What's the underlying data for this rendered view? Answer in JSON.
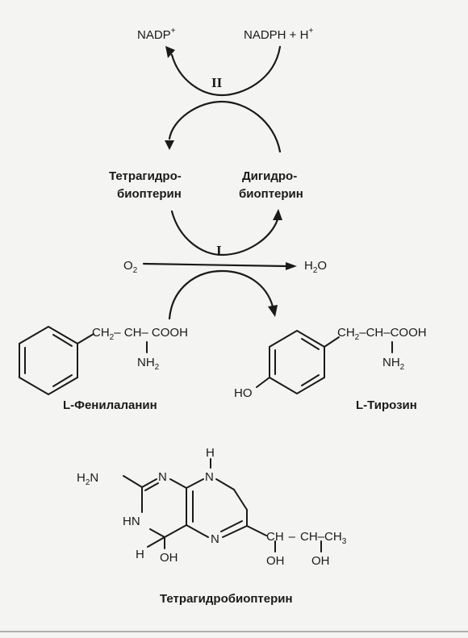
{
  "cycle_ii": {
    "numeral": "II",
    "left_product": "NADP",
    "left_product_charge": "+",
    "right_substrate": "NADPH + H",
    "right_substrate_charge": "+"
  },
  "cofactors": {
    "left_line1": "Тетрагидро-",
    "left_line2": "биоптерин",
    "right_line1": "Дигидро-",
    "right_line2": "биоптерин"
  },
  "reaction_i": {
    "numeral": "I",
    "oxygen": "O",
    "oxygen_sub": "2",
    "water_h": "H",
    "water_sub": "2",
    "water_o": "O"
  },
  "phenylalanine": {
    "ch2": "CH",
    "ch2_sub": "2",
    "chain": "– CH– COOH",
    "amino": "NH",
    "amino_sub": "2",
    "name": "L-Фенилаланин"
  },
  "tyrosine": {
    "ch2": "CH",
    "ch2_sub": "2",
    "chain": "–CH–COOH",
    "amino": "NH",
    "amino_sub": "2",
    "hydroxy": "HO",
    "name": "L-Тирозин"
  },
  "pterin": {
    "h2n": "H",
    "h2n_sub": "2",
    "h2n_n": "N",
    "n1": "N",
    "n_top": "N",
    "h_top": "H",
    "hn": "HN",
    "n_bottom": "N",
    "h_c4": "H",
    "oh_c4": "OH",
    "ch1": "CH",
    "dash1": "–",
    "ch2": "CH",
    "dash2": "–",
    "ch3": "CH",
    "ch3_sub": "3",
    "oh1": "OH",
    "oh2": "OH",
    "name": "Тетрагидробиоптерин"
  }
}
